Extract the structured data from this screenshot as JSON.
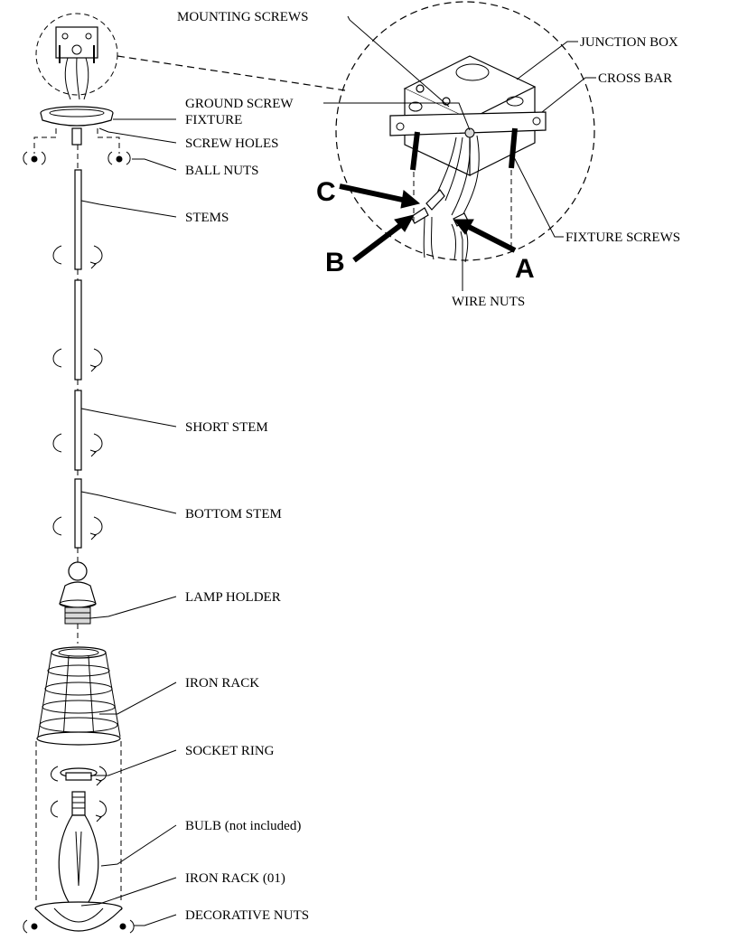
{
  "labels": {
    "mounting_screws": "MOUNTING SCREWS",
    "junction_box": "JUNCTION BOX",
    "cross_bar": "CROSS BAR",
    "ground_screw": "GROUND SCREW",
    "fixture": "FIXTURE",
    "screw_holes": "SCREW HOLES",
    "ball_nuts": "BALL NUTS",
    "stems": "STEMS",
    "fixture_screws": "FIXTURE SCREWS",
    "wire_nuts": "WIRE NUTS",
    "short_stem": "SHORT STEM",
    "bottom_stem": "BOTTOM STEM",
    "lamp_holder": "LAMP HOLDER",
    "iron_rack": "IRON RACK",
    "socket_ring": "SOCKET RING",
    "bulb": "BULB (not included)",
    "iron_rack_01": "IRON RACK (01)",
    "decorative_nuts": "DECORATIVE NUTS"
  },
  "markers": {
    "a": "A",
    "b": "B",
    "c": "C"
  }
}
